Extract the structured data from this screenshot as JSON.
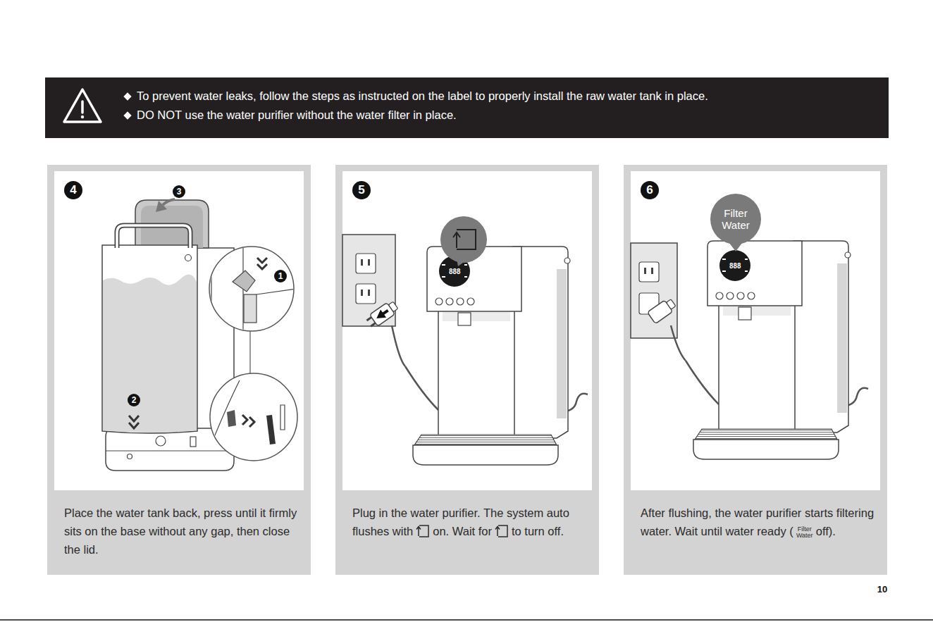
{
  "diagram": {
    "nodes": [
      {
        "text": [
          "To prevent water leaks, follow the steps as instructed on the label to properly install the raw water tank in place.",
          "DO NOT use the water purifier without the water filter in place."
        ]
      },
      {
        "text": [
          "Place the water tank back, press until it firmly sits on the base without any gap, then close the lid."
        ]
      },
      {
        "text": [
          "4"
        ],
        "in": 1
      },
      {
        "text": [
          "3"
        ],
        "in": 1
      },
      {
        "text": [
          "1"
        ],
        "in": 1
      },
      {
        "text": [
          "2"
        ],
        "in": 1
      },
      {
        "text": [
          "Plug in the water purifier. The system auto flushes with",
          "on. Wait for",
          "to turn off."
        ]
      },
      {
        "text": [
          "5"
        ],
        "in": 6
      },
      {
        "text": [
          "After flushing, the water purifier starts filtering water. Wait until water ready (",
          "Filter Water",
          "off)."
        ]
      },
      {
        "text": [
          "6"
        ],
        "in": 8
      },
      {
        "text": [
          "Filter Water"
        ],
        "in": 8
      }
    ],
    "labels": [
      "888",
      "888",
      "10"
    ]
  }
}
